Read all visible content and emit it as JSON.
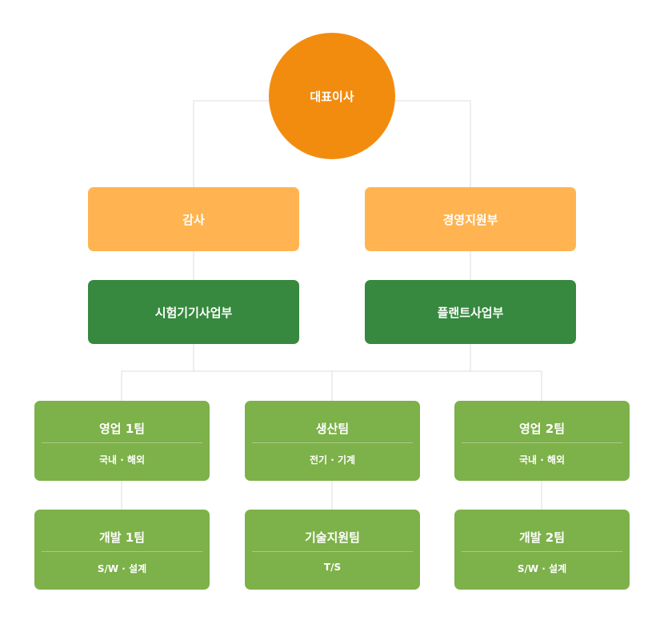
{
  "org": {
    "ceo": "대표이사",
    "audit": "감사",
    "management_support": "경영지원부",
    "division_test": "시험기기사업부",
    "division_plant": "플랜트사업부",
    "teams": [
      {
        "title": "영업 1팀",
        "sub": "국내 · 해외"
      },
      {
        "title": "생산팀",
        "sub": "전기 · 기계"
      },
      {
        "title": "영업 2팀",
        "sub": "국내 · 해외"
      },
      {
        "title": "개발 1팀",
        "sub": "S/W · 설계"
      },
      {
        "title": "기술지원팀",
        "sub": "T/S"
      },
      {
        "title": "개발 2팀",
        "sub": "S/W · 설계"
      }
    ]
  },
  "colors": {
    "ceo": "#f28c0f",
    "level1": "#ffb451",
    "division": "#36893e",
    "team": "#7db149",
    "connector": "#dddddd"
  }
}
